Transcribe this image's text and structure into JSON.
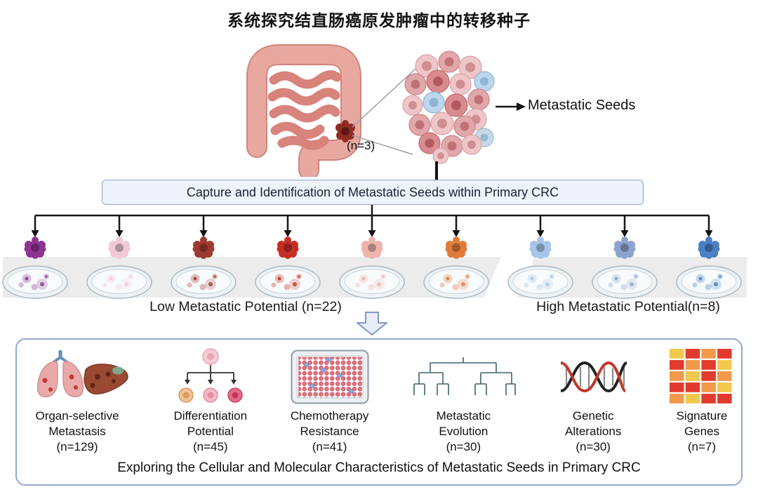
{
  "title": "系统探究结直肠癌原发肿瘤中的转移种子",
  "primary_tumor": {
    "n_label": "(n=3)"
  },
  "metastatic_seeds": {
    "label": "Metastatic Seeds"
  },
  "capture_box": {
    "label": "Capture and Identification of Metastatic Seeds within Primary CRC"
  },
  "clones": [
    {
      "name": "clone-dark-purple",
      "color": "#8e3390"
    },
    {
      "name": "clone-light-pink",
      "color": "#f0c9d6"
    },
    {
      "name": "clone-dark-red",
      "color": "#9e3a30"
    },
    {
      "name": "clone-red",
      "color": "#c62f26"
    },
    {
      "name": "clone-pale-rose",
      "color": "#eeb3ad"
    },
    {
      "name": "clone-orange",
      "color": "#e07b3a"
    },
    {
      "name": "clone-light-blue",
      "color": "#a6c5e8"
    },
    {
      "name": "clone-periwinkle",
      "color": "#8da3cf"
    },
    {
      "name": "clone-blue",
      "color": "#4a7fc1"
    }
  ],
  "groups": {
    "low": {
      "label": "Low Metastatic Potential (n=22)"
    },
    "high": {
      "label": "High Metastatic Potential(n=8)"
    }
  },
  "panels": [
    {
      "line1": "Organ-selective",
      "line2": "Metastasis",
      "n": "(n=129)",
      "icon": "lungs-liver-icon"
    },
    {
      "line1": "Differentiation",
      "line2": "Potential",
      "n": "(n=45)",
      "icon": "differentiation-tree-icon"
    },
    {
      "line1": "Chemotherapy",
      "line2": "Resistance",
      "n": "(n=41)",
      "icon": "well-plate-icon"
    },
    {
      "line1": "Metastatic",
      "line2": "Evolution",
      "n": "(n=30)",
      "icon": "phylogenetic-tree-icon"
    },
    {
      "line1": "Genetic",
      "line2": "Alterations",
      "n": "(n=30)",
      "icon": "dna-helix-icon"
    },
    {
      "line1": "Signature",
      "line2": "Genes",
      "n": "(n=7)",
      "icon": "heatmap-icon"
    }
  ],
  "bottom_caption": "Exploring the Cellular and Molecular Characteristics of Metastatic Seeds in Primary CRC",
  "colors": {
    "capture_box_border": "#8fa6d0",
    "capture_box_fill": "#edf2fb",
    "bottom_box_border": "#93a9d2",
    "arrow": "#141414",
    "band_gray": "#ececec"
  }
}
